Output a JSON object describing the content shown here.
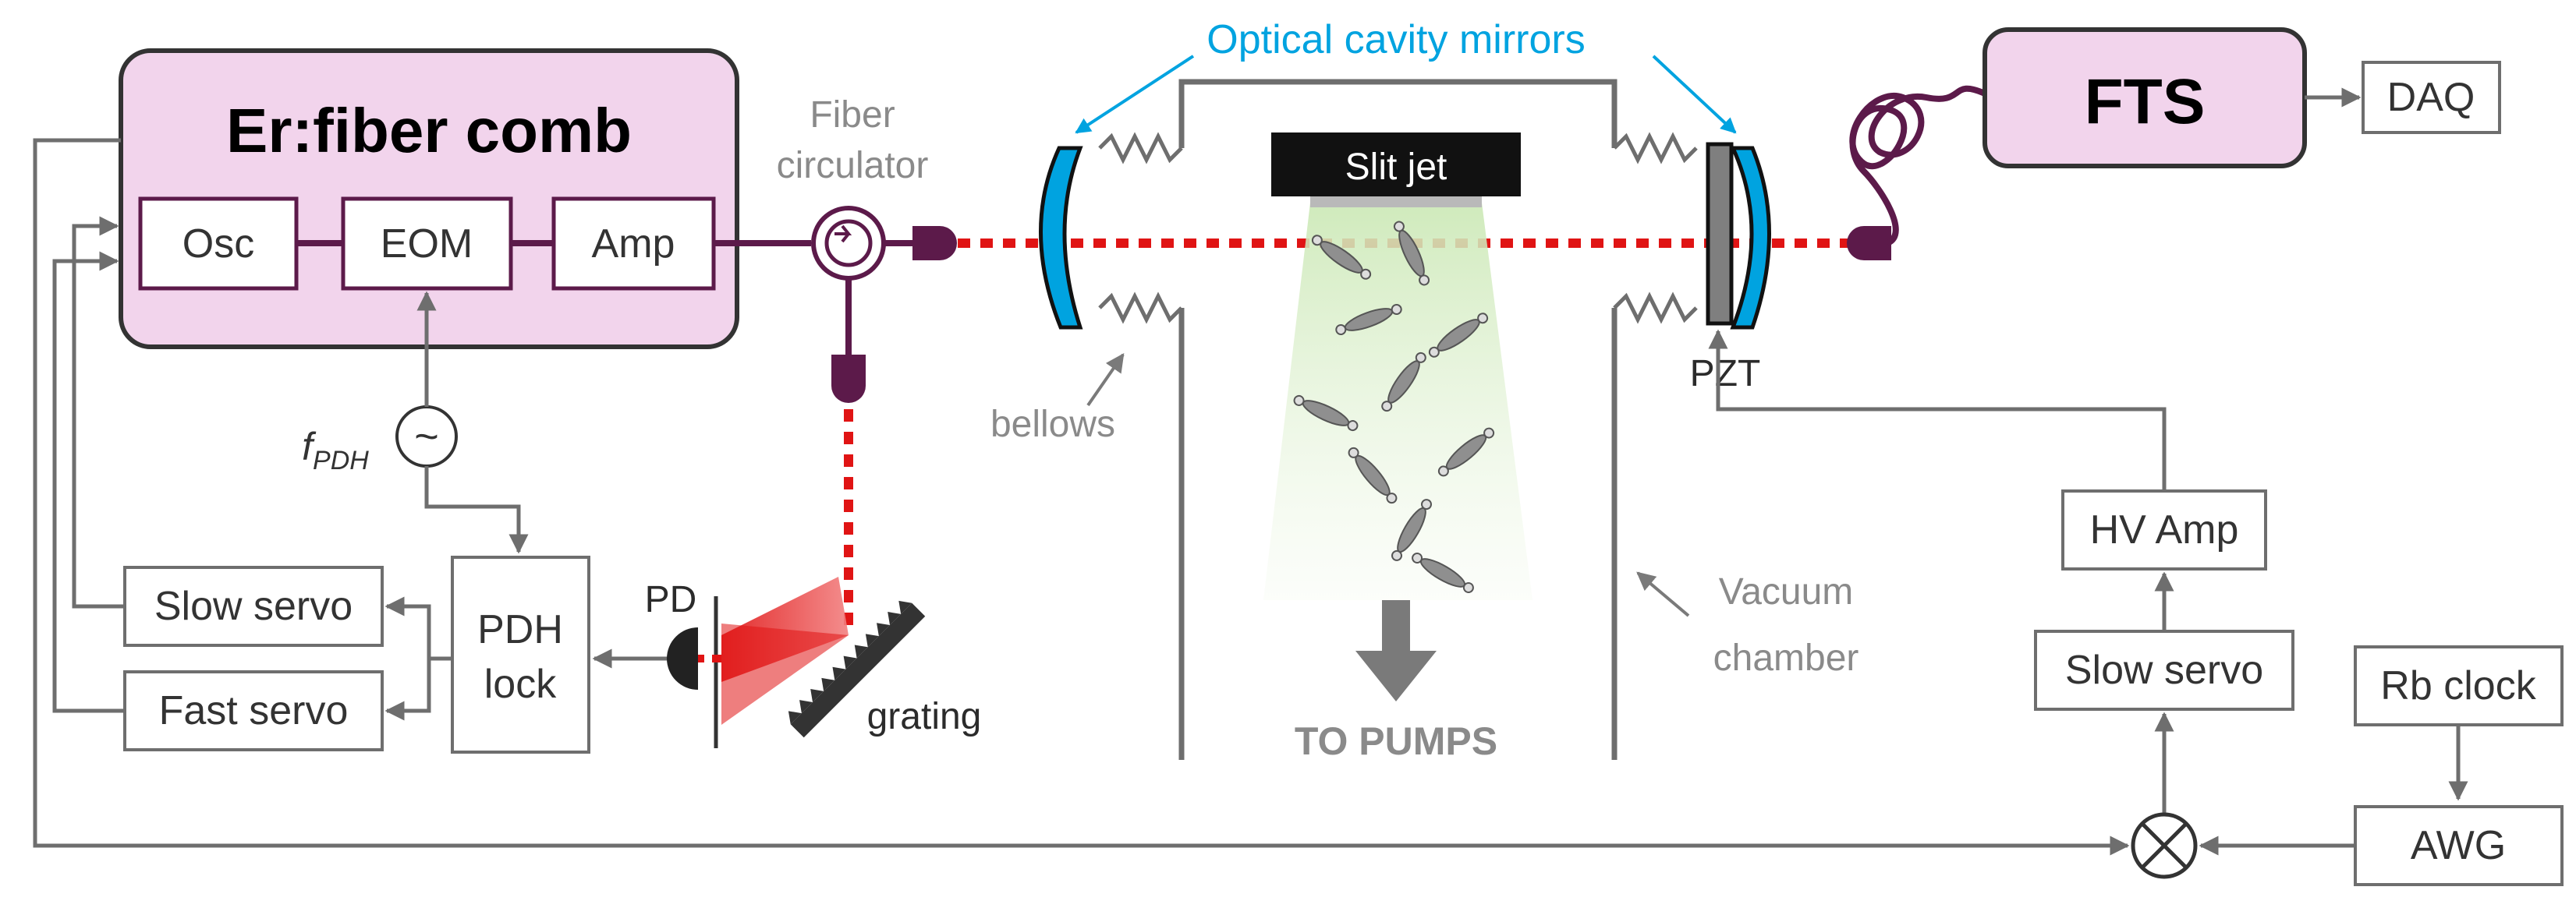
{
  "comb": {
    "title": "Er:fiber comb",
    "osc": "Osc",
    "eom": "EOM",
    "amp": "Amp",
    "fill_color": "#f2d4ec",
    "fiber_color": "#5c1a4a"
  },
  "circulator": {
    "line1": "Fiber",
    "line2": "circulator"
  },
  "cavity": {
    "label": "Optical cavity mirrors",
    "color": "#00a3e0"
  },
  "slit_jet": {
    "label": "Slit jet"
  },
  "fts": {
    "label": "FTS"
  },
  "daq": {
    "label": "DAQ"
  },
  "pzt": {
    "label": "PZT"
  },
  "hv_amp": {
    "label": "HV Amp"
  },
  "slow_servo_right": {
    "label": "Slow servo"
  },
  "rb_clock": {
    "label": "Rb clock"
  },
  "awg": {
    "label": "AWG"
  },
  "bellows": {
    "label": "bellows"
  },
  "vacuum": {
    "line1": "Vacuum",
    "line2": "chamber"
  },
  "pumps": {
    "label": "TO PUMPS"
  },
  "grating": {
    "label": "grating"
  },
  "pd": {
    "label": "PD"
  },
  "pdh_lock": {
    "line1": "PDH",
    "line2": "lock"
  },
  "slow_servo_left": {
    "label": "Slow servo"
  },
  "fast_servo": {
    "label": "Fast servo"
  },
  "fpdh": {
    "symbol": "f",
    "subscript": "PDH",
    "oscillator": "~"
  },
  "laser_color": "#e01414"
}
